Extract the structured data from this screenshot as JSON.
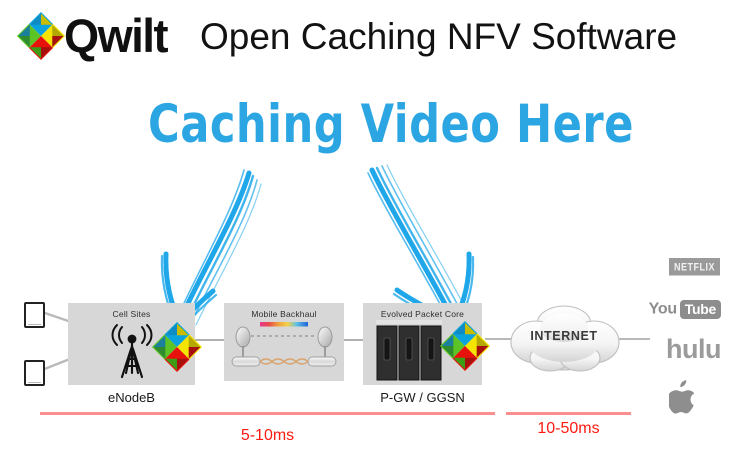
{
  "header": {
    "logo_icon": "qwilt-diamond-logo",
    "brand": "Qwilt",
    "title": "Open Caching NFV Software"
  },
  "callout": {
    "text": "Caching Video Here",
    "color": "#2ba6e3",
    "arrows": [
      {
        "name": "arrow-to-enode-cache",
        "direction": "down-left"
      },
      {
        "name": "arrow-to-epc-cache",
        "direction": "down-right"
      }
    ]
  },
  "diagram": {
    "devices": [
      {
        "name": "user-device-top",
        "icon": "tablet-icon"
      },
      {
        "name": "user-device-bottom",
        "icon": "tablet-icon"
      }
    ],
    "blocks": [
      {
        "id": "enodeb",
        "caption": "Cell Sites",
        "label": "eNodeB",
        "icon": "cell-tower-icon",
        "cache_icon": "qwilt-diamond-logo"
      },
      {
        "id": "backhaul",
        "caption": "Mobile Backhaul",
        "label": "",
        "icon": "microwave-link-icon",
        "cache_icon": ""
      },
      {
        "id": "epc",
        "caption": "Evolved Packet Core",
        "label": "P-GW / GGSN",
        "icon": "server-rack-icon",
        "cache_icon": "qwilt-diamond-logo"
      }
    ],
    "cloud": {
      "name": "internet-cloud",
      "label": "INTERNET"
    },
    "content_brands": [
      {
        "name": "netflix-logo",
        "label": "NETFLIX"
      },
      {
        "name": "youtube-logo",
        "label_a": "You",
        "label_b": "Tube"
      },
      {
        "name": "hulu-logo",
        "label": "hulu"
      },
      {
        "name": "apple-logo",
        "label": ""
      }
    ]
  },
  "latency": {
    "color": "#ff1a12",
    "segments": [
      {
        "name": "latency-access",
        "value": "5-10ms"
      },
      {
        "name": "latency-internet",
        "value": "10-50ms"
      }
    ]
  }
}
